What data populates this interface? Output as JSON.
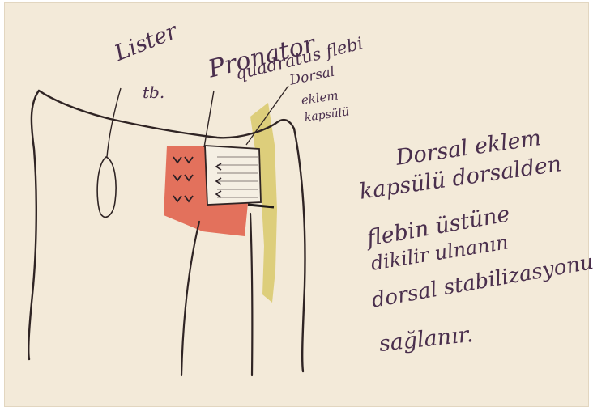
{
  "labels": {
    "lister": "Lister",
    "tb": "tb.",
    "pronator": "Pronator",
    "quadratus": "quadratus flebi",
    "dorsal": "Dorsal",
    "eklem": "eklem",
    "kapsulu": "kapsülü"
  },
  "note_lines": [
    "Dorsal eklem",
    "kapsülü dorsalden",
    "flebin üstüne",
    "dikilir ulnanın",
    "dorsal stabilizasyonu",
    "sağlanır."
  ],
  "colors": {
    "paper": "#f3ead9",
    "ink": "#4a2f4d",
    "flap_red": "#e0604a",
    "capsule_yellow": "#d8c96a",
    "bone_outline": "#2f2424"
  }
}
